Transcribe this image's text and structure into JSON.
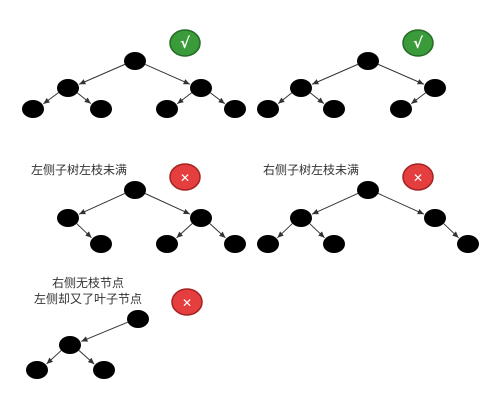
{
  "colors": {
    "node_fill": "#000000",
    "edge_stroke": "#333333",
    "badge_ok": "#3a9b3a",
    "badge_ok_border": "#256b25",
    "badge_bad": "#e53e3e",
    "badge_bad_border": "#a32222",
    "caption_text": "#333333"
  },
  "icons": {
    "ok": "check-icon",
    "bad": "cross-icon"
  },
  "badges": {
    "ok_glyph": "√",
    "bad_glyph": "✕"
  },
  "examples": [
    {
      "id": "tree-1",
      "valid": true,
      "caption": []
    },
    {
      "id": "tree-2",
      "valid": true,
      "caption": []
    },
    {
      "id": "tree-3",
      "valid": false,
      "caption": [
        "左侧子树左枝未满"
      ]
    },
    {
      "id": "tree-4",
      "valid": false,
      "caption": [
        "右侧子树左枝未满"
      ]
    },
    {
      "id": "tree-5",
      "valid": false,
      "caption": [
        "右侧无枝节点",
        "左侧却又了叶子节点"
      ]
    }
  ]
}
